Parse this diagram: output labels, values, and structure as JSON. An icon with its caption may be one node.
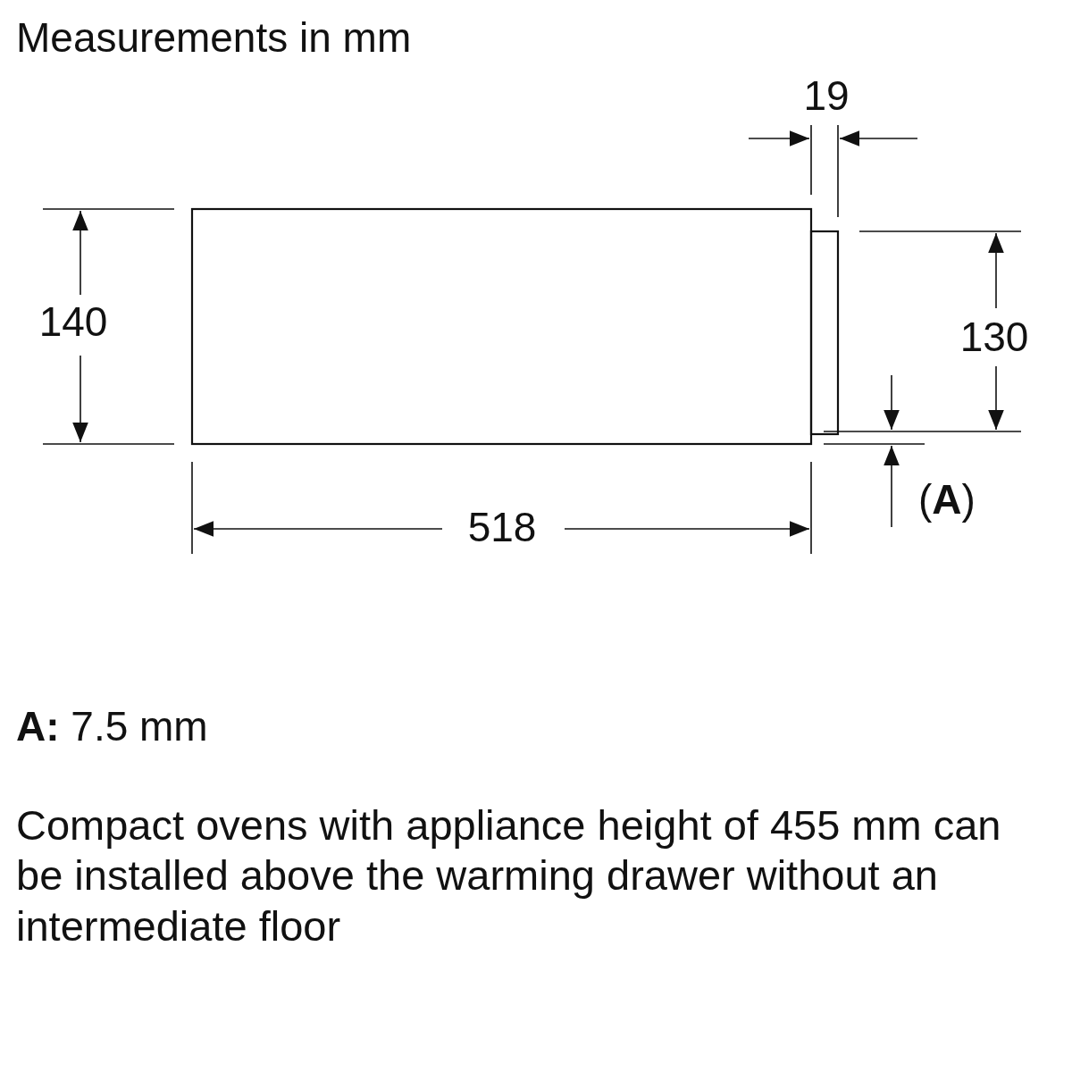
{
  "diagram": {
    "title": "Measurements in mm",
    "labels": [
      "19",
      "140",
      "130",
      "518",
      "(**A**)",
      "**A:** 7.5 mm",
      "Compact ovens with appliance height of 455 mm can be installed above the warming drawer without an intermediate floor"
    ]
  }
}
